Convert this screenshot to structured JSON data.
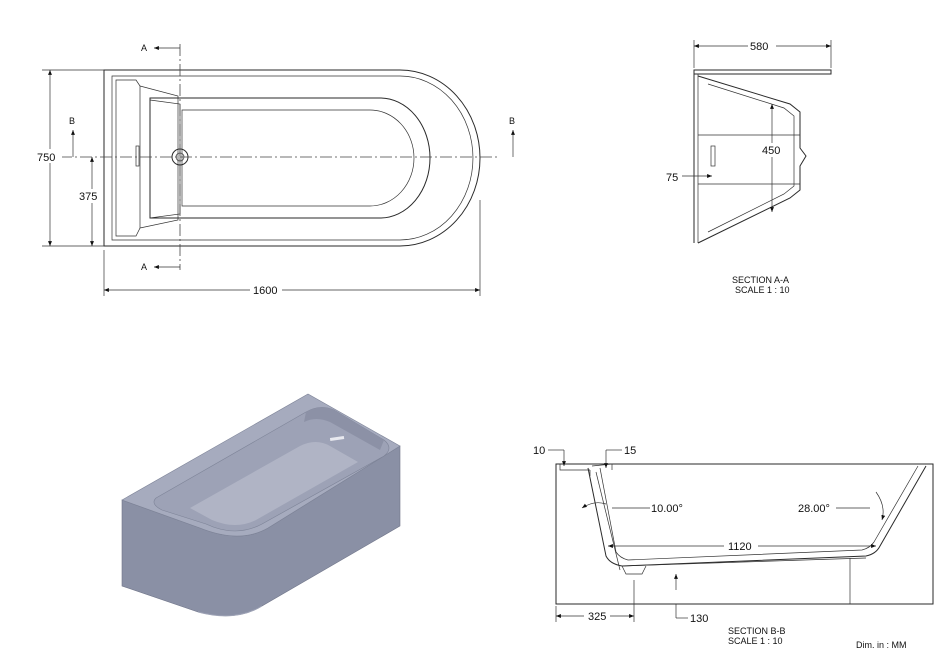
{
  "plan_view": {
    "dim_length": "1600",
    "dim_width": "750",
    "dim_drain": "375",
    "section_a_label": "A",
    "section_b_label": "B"
  },
  "section_aa": {
    "dim_top": "580",
    "dim_depth": "450",
    "dim_offset": "75",
    "title": "SECTION A-A",
    "scale": "SCALE 1 : 10"
  },
  "section_bb": {
    "dim_rim_left": "10",
    "dim_rim_right": "15",
    "angle_left": "10.00°",
    "angle_right": "28.00°",
    "dim_floor": "1120",
    "dim_left_offset": "325",
    "dim_floor_height": "130",
    "title": "SECTION B-B",
    "scale": "SCALE 1 : 10"
  },
  "units_note": "Dim. in : MM",
  "colors": {
    "tub_body": "#8d93a8",
    "tub_top": "#a3a8bb",
    "tub_inner": "#9ba0b4",
    "tub_dark": "#6f7488"
  }
}
